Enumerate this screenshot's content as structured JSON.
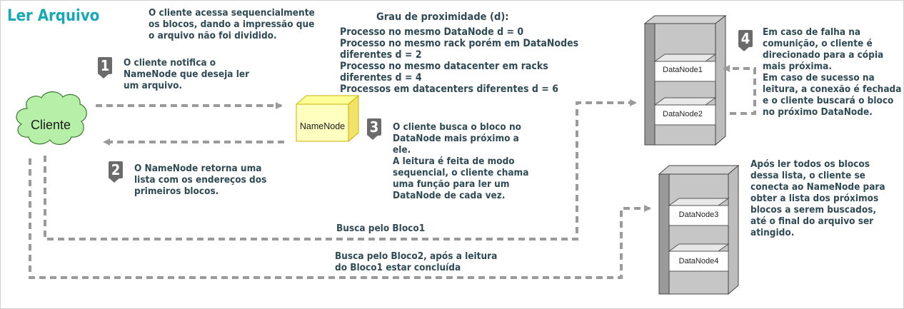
{
  "title": "Ler Arquivo",
  "client_label": "Cliente",
  "namenode_label": "NameNode",
  "datanodes": [
    "DataNode1",
    "DataNode2",
    "DataNode3",
    "DataNode4"
  ],
  "intro_text": "O cliente acessa sequencialmente\nos blocos, dando a impressão que\no arquivo não foi dividido.",
  "proximity": {
    "heading": "Grau de proximidade (d):",
    "lines": "Processo no mesmo DataNode d = 0\nProcesso no mesmo rack porém em DataNodes\ndiferentes d = 2\nProcesso no mesmo datacenter em racks\ndiferentes d = 4\nProcessos em datacenters diferentes d = 6"
  },
  "steps": [
    {
      "number": "1",
      "text": "O cliente notifica o\nNameNode que deseja ler\num arquivo."
    },
    {
      "number": "2",
      "text": "O NameNode retorna uma\nlista com os endereços dos\nprimeiros blocos."
    },
    {
      "number": "3",
      "text": "O cliente busca o bloco no\nDataNode mais próximo a\nele.\nA leitura é feita de modo\nsequencial, o cliente chama\numa função para ler um\nDataNode de cada vez."
    },
    {
      "number": "4",
      "text": "Em caso de falha na\ncomunição, o cliente é\ndirecionado para a cópia\nmais próxima.\nEm caso de sucesso na\nleitura, a conexão é fechada\ne o cliente buscará o bloco\nno próximo DataNode."
    }
  ],
  "final_text": "Após ler todos os blocos\ndessa lista, o cliente se\nconecta ao NameNode para\nobter a lista dos próximos\nblocos a serem buscados,\naté o final do arquivo ser\natingido.",
  "edge_labels": {
    "bloco1": "Busca pelo Bloco1",
    "bloco2": "Busca pelo Bloco2, após a leitura\ndo Bloco1 estar concluída"
  }
}
